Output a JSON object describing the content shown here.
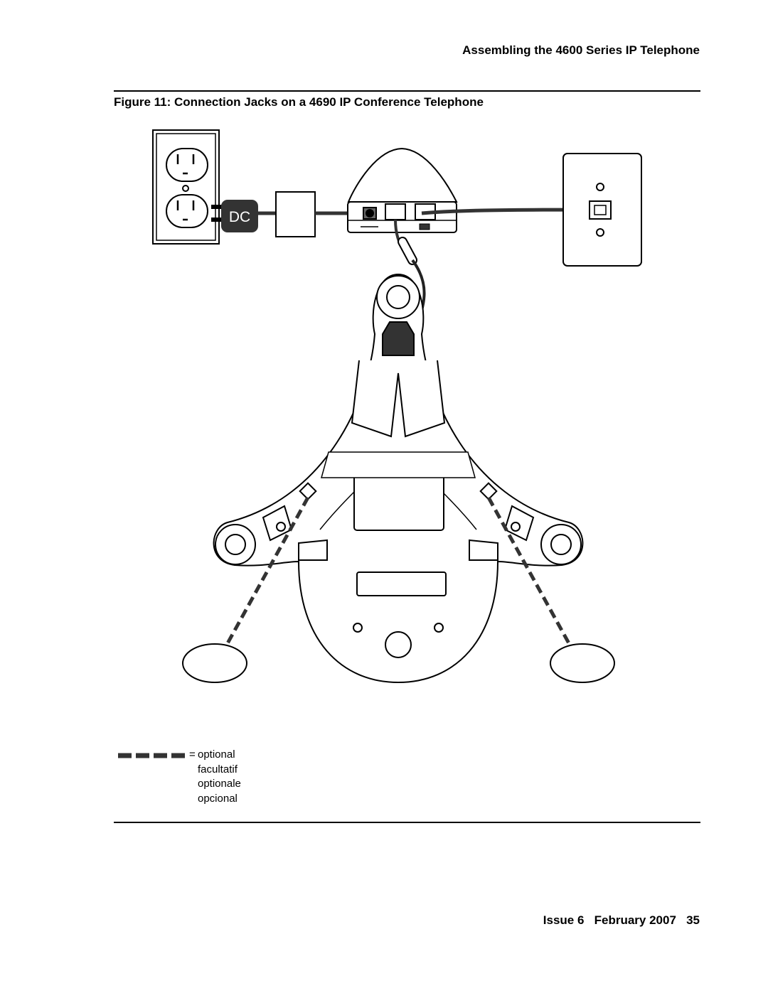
{
  "header": {
    "running_title": "Assembling the 4600 Series IP Telephone"
  },
  "figure": {
    "caption": "Figure 11: Connection Jacks on a 4690 IP Conference Telephone",
    "power_adapter_label": "DC"
  },
  "legend": {
    "equals": "=",
    "terms": [
      "optional",
      "facultatif",
      "optionale",
      "opcional"
    ]
  },
  "footer": {
    "issue": "Issue 6",
    "date": "February 2007",
    "page_number": "35"
  }
}
